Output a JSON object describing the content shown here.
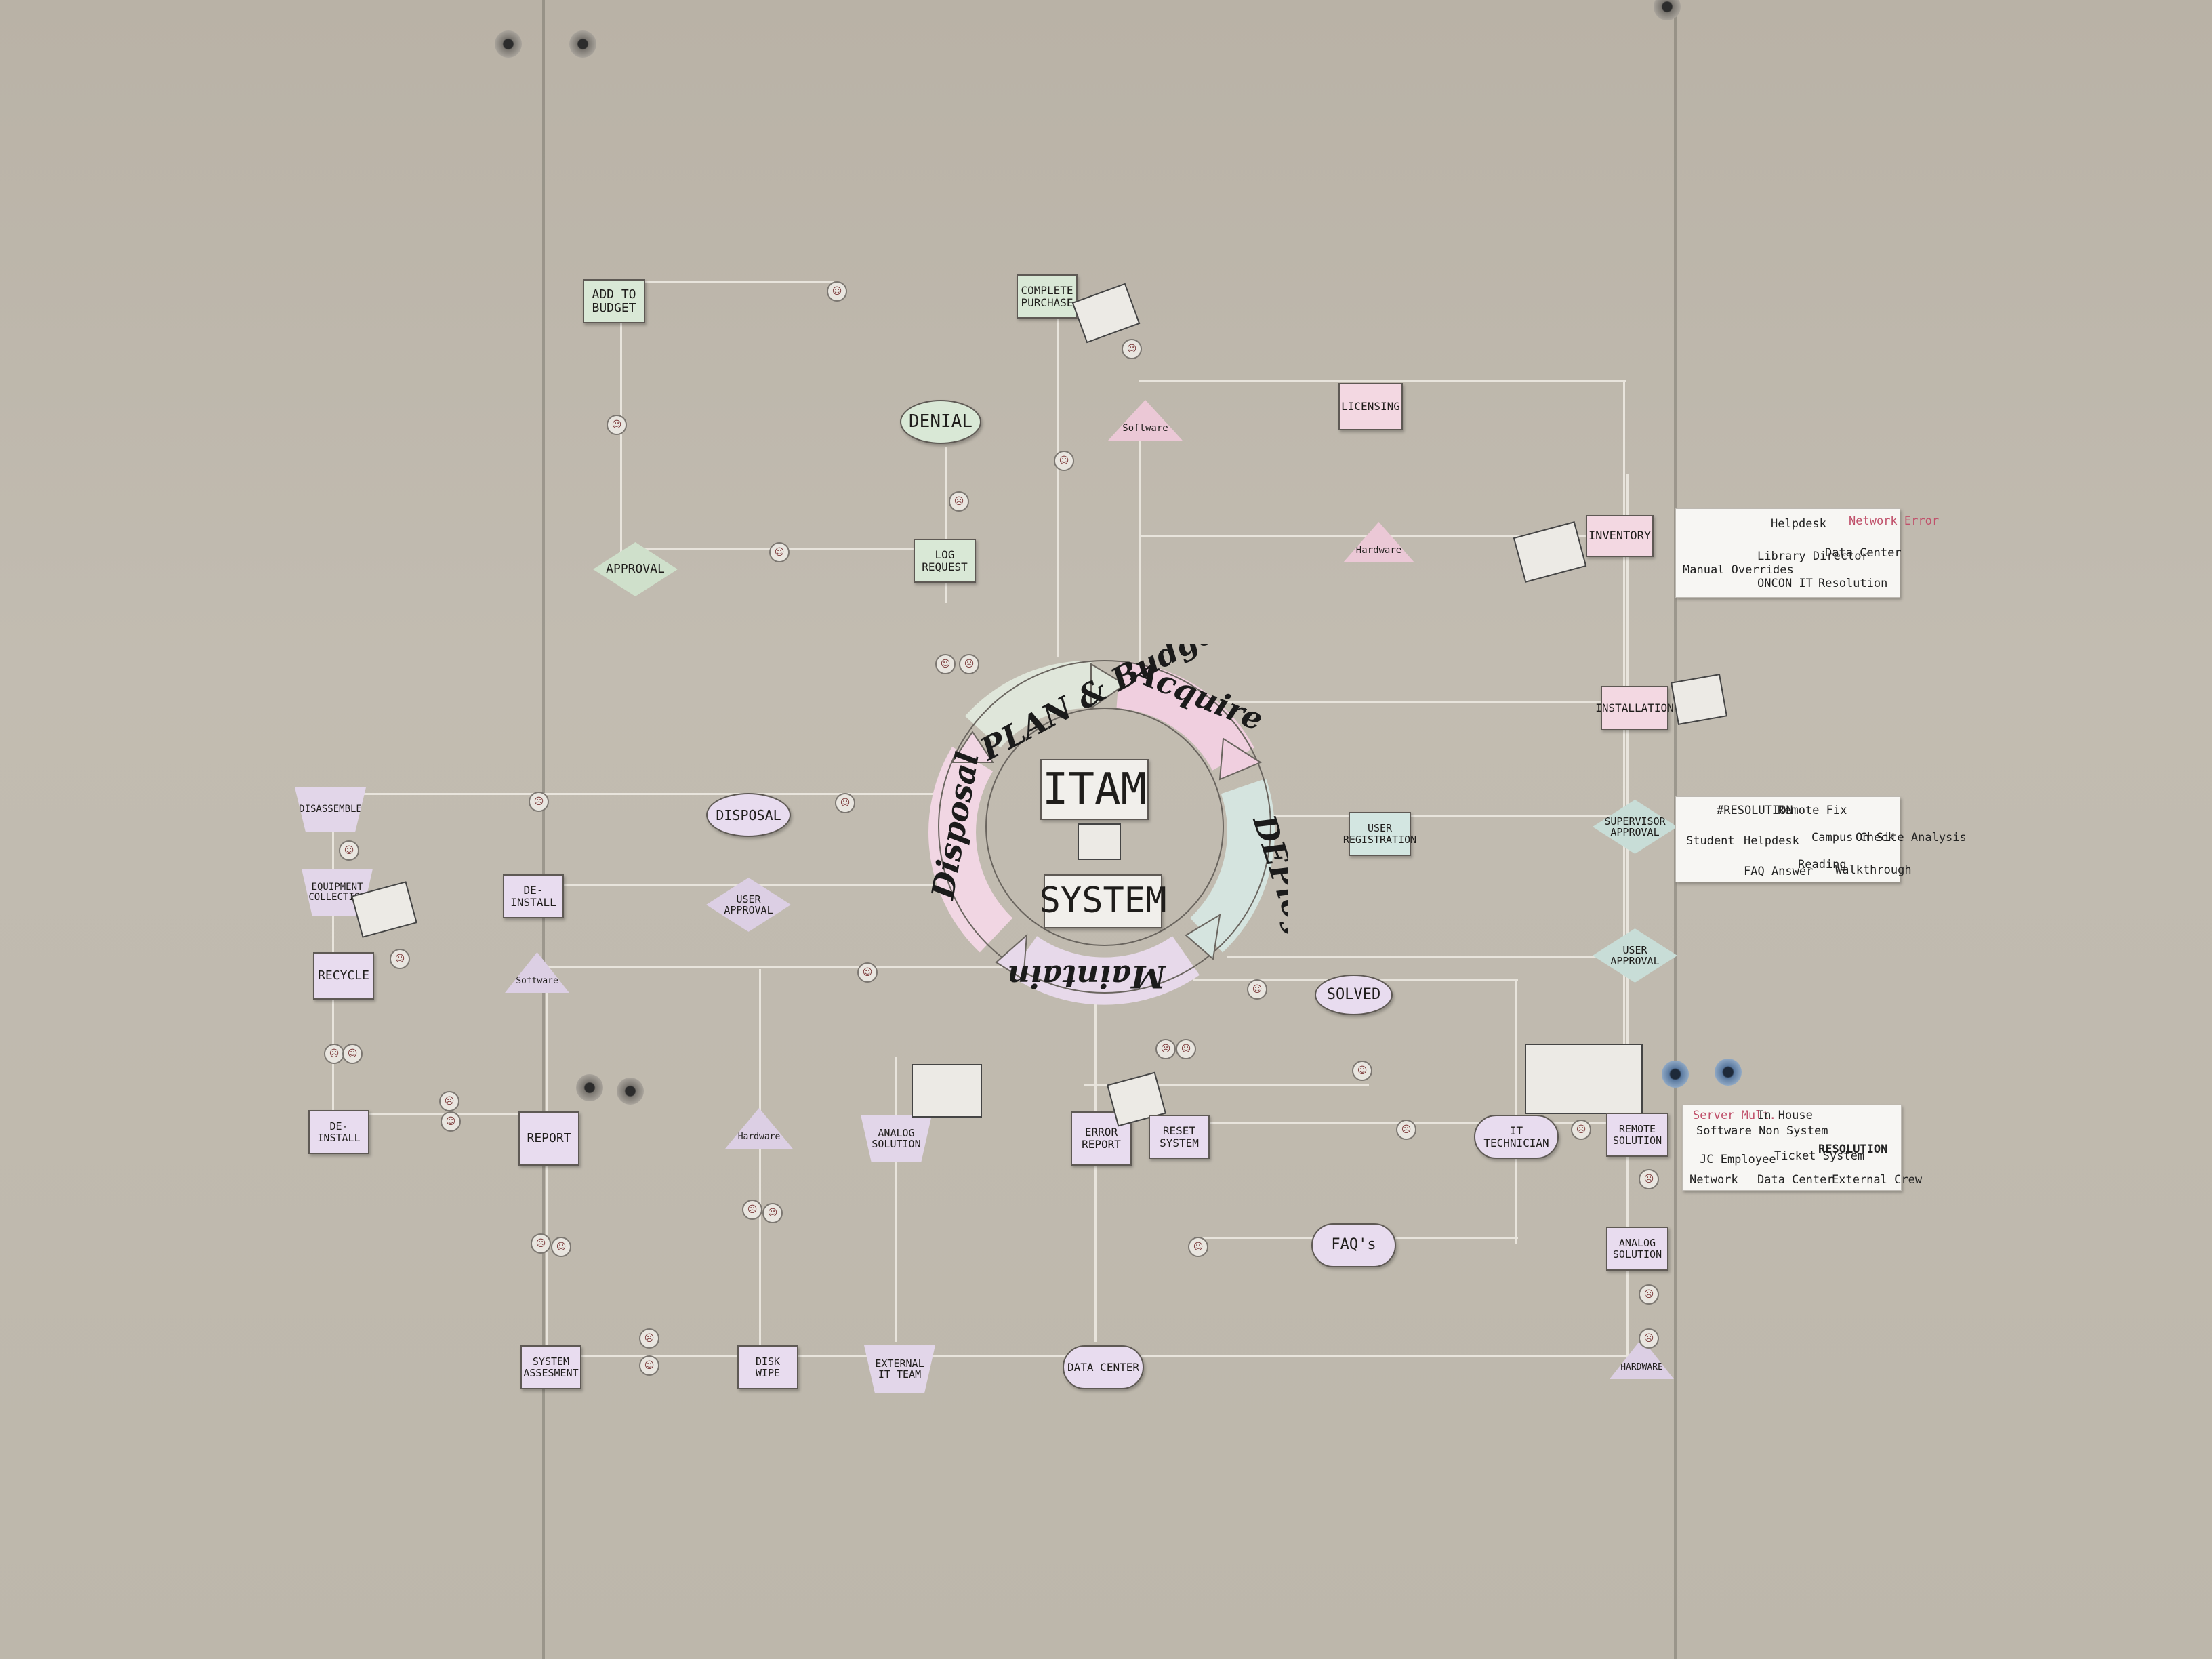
{
  "center": {
    "title": "ITAM",
    "subtitle": "SYSTEM"
  },
  "cycle": {
    "plan": "PLAN & Budget",
    "acquire": "Acquire",
    "deploy": "DEPloy",
    "maintain": "Maintain",
    "disposal": "Disposal"
  },
  "cards": {
    "add_to_budget": "ADD TO BUDGET",
    "complete_purchase": "COMPLETE PURCHASE",
    "denial": "DENIAL",
    "approval": "APPROVAL",
    "log_request": "LOG REQUEST",
    "software_top": "Software",
    "licensing": "LICENSING",
    "hardware_top": "Hardware",
    "inventory": "INVENTORY",
    "installation": "INSTALLATION",
    "user_registration": "USER REGISTRATION",
    "supervisor_approval": "SUPERVISOR APPROVAL",
    "user_approval_right": "USER APPROVAL",
    "solved": "SOLVED",
    "disassemble": "DISASSEMBLE",
    "equipment_collection": "EQUIPMENT COLLECTION",
    "disposal": "DISPOSAL",
    "de_install_mid": "DE-INSTALL",
    "user_approval_left": "USER APPROVAL",
    "software_left": "Software",
    "recycle": "RECYCLE",
    "de_install_low": "DE-INSTALL",
    "report": "REPORT",
    "hardware_low": "Hardware",
    "analog_solution": "ANALOG SOLUTION",
    "error_report": "ERROR REPORT",
    "reset_system": "RESET SYSTEM",
    "it_technician": "IT TECHNICIAN",
    "remote_solution": "REMOTE SOLUTION",
    "faqs": "FAQ's",
    "analog_solution_right": "ANALOG SOLUTION",
    "system_assessment": "SYSTEM ASSESMENT",
    "disk_wipe": "DISK WIPE",
    "external_it_team": "EXTERNAL IT TEAM",
    "data_center": "DATA CENTER",
    "hardware_bottom": "HARDWARE"
  },
  "notes": {
    "note1": [
      "Helpdesk",
      "Network Error",
      "Manual Overrides",
      "Library Director",
      "Data Center",
      "ONCON IT",
      "Resolution"
    ],
    "note2": [
      "#RESOLUTION",
      "Remote Fix",
      "Student",
      "Helpdesk",
      "Campus Check",
      "On Site Analysis",
      "FAQ Answer",
      "Reading",
      "Walkthrough"
    ],
    "note3": [
      "Server Mult.",
      "In House",
      "Software Non System",
      "RESOLUTION",
      "JC Employee",
      "Ticket System",
      "Network",
      "Data Center",
      "External Crew"
    ]
  }
}
